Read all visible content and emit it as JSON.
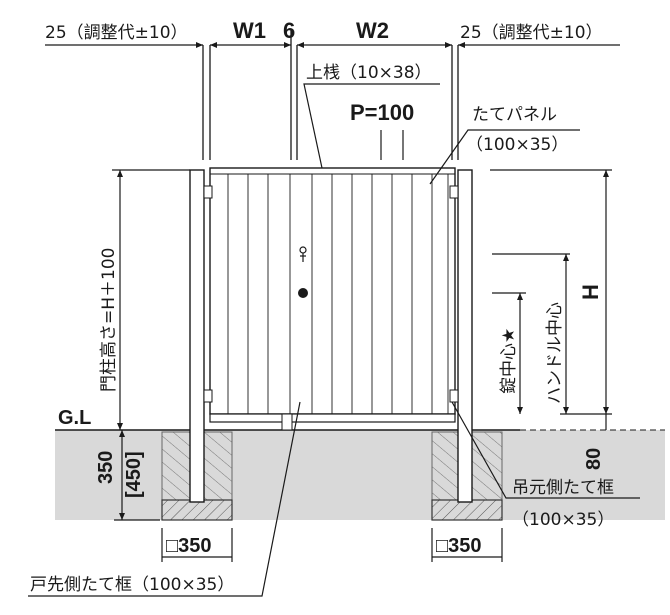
{
  "dimensions": {
    "left_adjust": "25（調整代±10）",
    "w1": "W1",
    "gap": "6",
    "w2": "W2",
    "right_adjust": "25（調整代±10）",
    "pitch": "P=100",
    "height": "H",
    "post_height": "門柱高さ=H＋100",
    "ground_level": "G.L",
    "depth": "350",
    "depth_alt": "[450]",
    "handle_offset": "80"
  },
  "callouts": {
    "top_rail": "上桟（10×38）",
    "panel_line1": "たてパネル",
    "panel_line2": "（100×35）",
    "hinge_frame_line1": "吊元側たて框",
    "hinge_frame_line2": "（100×35）",
    "latch_frame": "戸先側たて框（100×35）",
    "lock_center": "錠中心★",
    "handle_center": "ハンドル中心"
  },
  "footings": {
    "left": "□350",
    "right": "□350"
  },
  "colors": {
    "ground": "#d9d9d9",
    "line": "#1a1a1a"
  }
}
